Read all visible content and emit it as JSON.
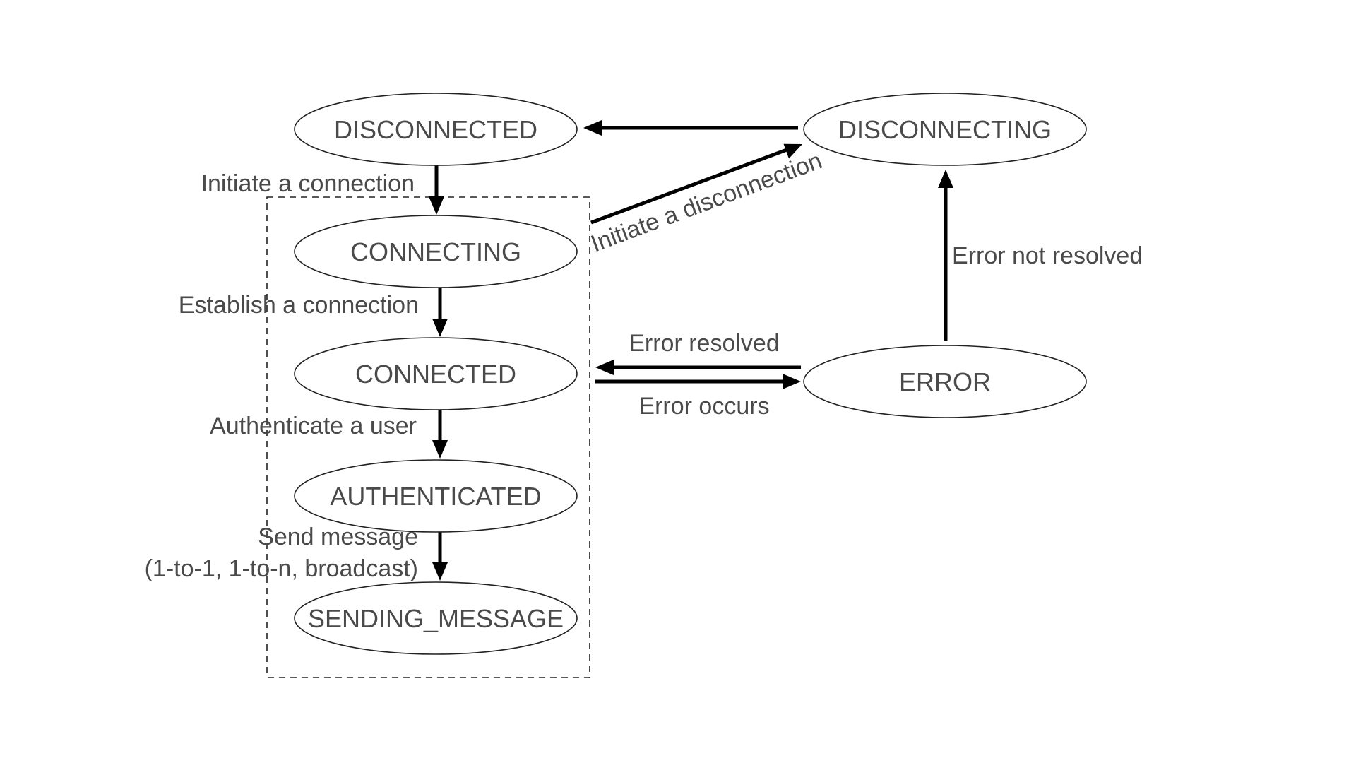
{
  "diagram": {
    "states": {
      "disconnected": "DISCONNECTED",
      "connecting": "CONNECTING",
      "connected": "CONNECTED",
      "authenticated": "AUTHENTICATED",
      "sending_message": "SENDING_MESSAGE",
      "disconnecting": "DISCONNECTING",
      "error": "ERROR"
    },
    "transitions": {
      "initiate_connection": "Initiate a connection",
      "establish_connection": "Establish a connection",
      "authenticate_user": "Authenticate a user",
      "send_message_line1": "Send message",
      "send_message_line2": "(1-to-1, 1-to-n, broadcast)",
      "initiate_disconnection": "Initiate a disconnection",
      "error_resolved": "Error resolved",
      "error_occurs": "Error occurs",
      "error_not_resolved": "Error not resolved"
    }
  }
}
